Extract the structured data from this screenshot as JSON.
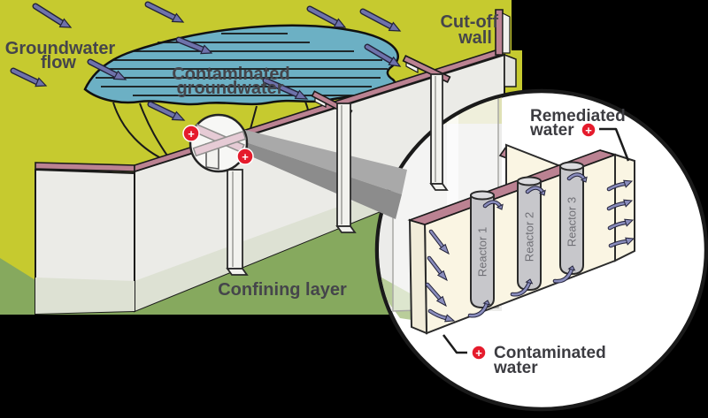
{
  "scene": {
    "labels": {
      "groundwater_flow": [
        "Groundwater",
        "flow"
      ],
      "contaminated_groundwater": [
        "Contaminated",
        "groundwater"
      ],
      "cutoff_wall": [
        "Cut-off",
        "wall"
      ],
      "confining_layer": "Confining layer"
    },
    "inset": {
      "remediated_water": [
        "Remediated",
        "water"
      ],
      "contaminated_water": [
        "Contaminated",
        "water"
      ],
      "reactors": [
        "Reactor 1",
        "Reactor 2",
        "Reactor 3"
      ]
    },
    "icons": {
      "plus": "+"
    },
    "colors": {
      "ground_surface": "#c6ca2f",
      "confining_layer": "#86a95e",
      "plume": "#6cb0c4",
      "wall_top": "#bb8292",
      "wall_face": "#ebebe7",
      "gate_cream": "#faf5e3",
      "reactor_gray": "#c7c7cb",
      "flow_arrow": "#6e72ab",
      "badge_red": "#e51b2c",
      "label_text": "#45454b",
      "background": "#000000"
    }
  }
}
